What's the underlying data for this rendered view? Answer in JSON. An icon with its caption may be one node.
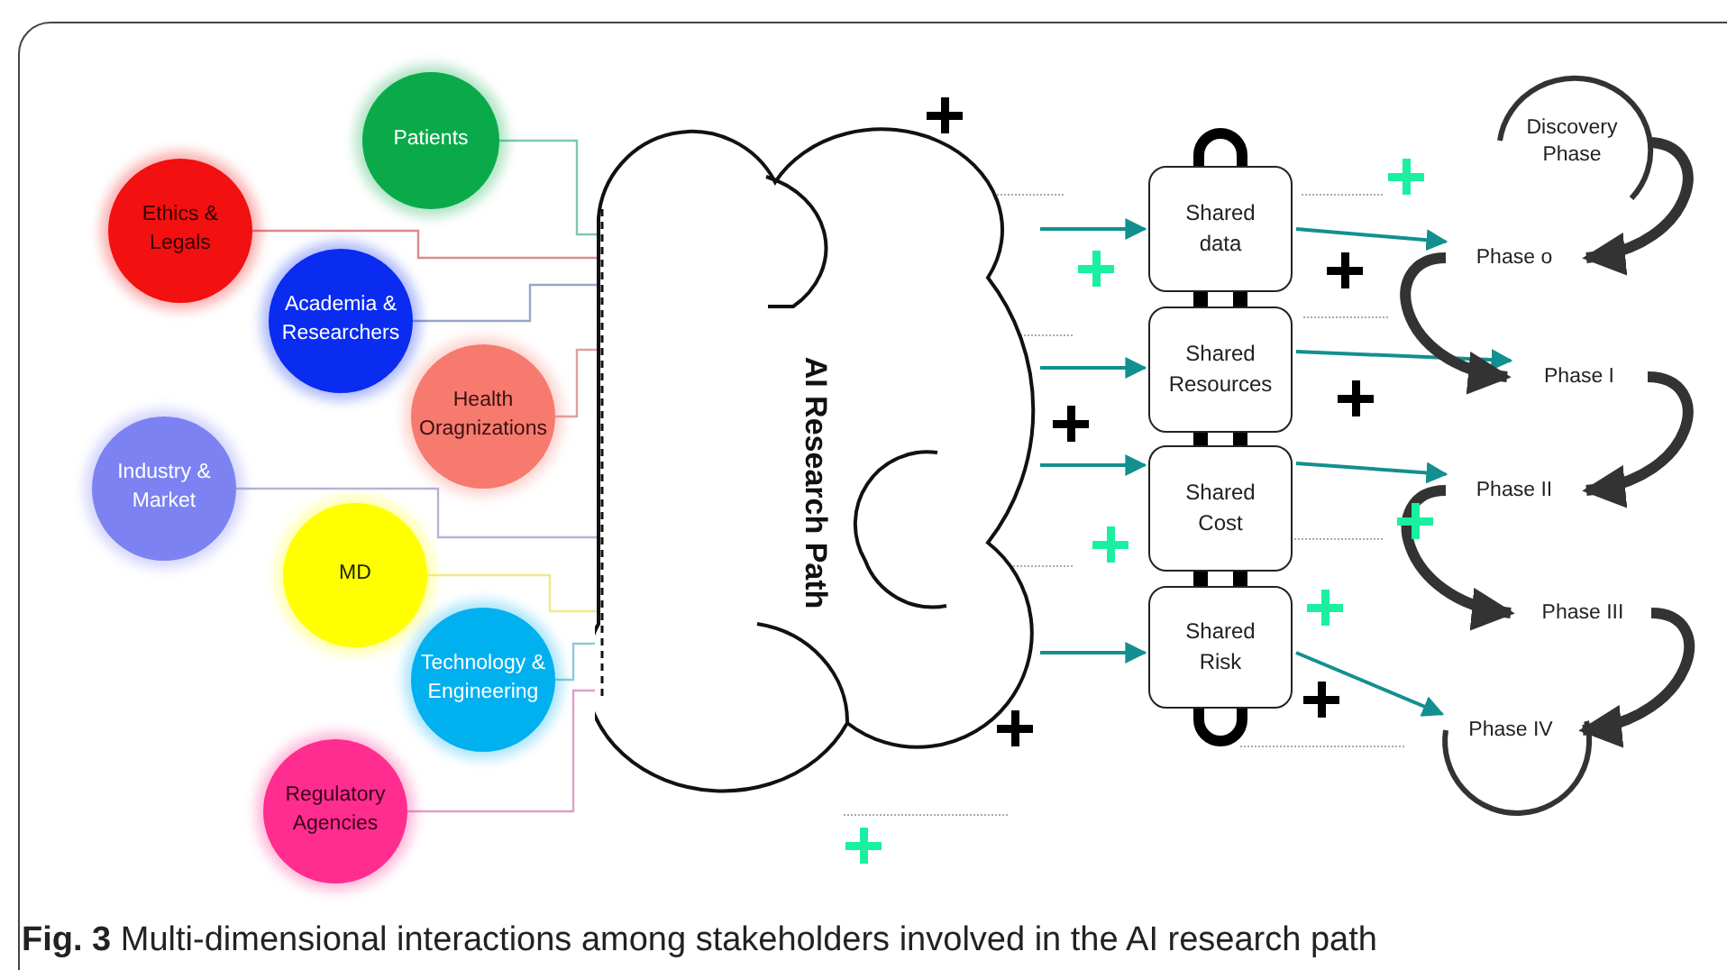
{
  "diagram": {
    "caption": "**Fig. 3** Multi-dimensional interactions among stakeholders involved in the AI research path",
    "nodes": [
      {
        "text": [
          "Patients"
        ]
      },
      {
        "text": [
          "Ethics & Legals"
        ]
      },
      {
        "text": [
          "Academia & Researchers"
        ]
      },
      {
        "text": [
          "Health Oragnizations"
        ]
      },
      {
        "text": [
          "Industry & Market"
        ]
      },
      {
        "text": [
          "MD"
        ]
      },
      {
        "text": [
          "Technology & Engineering"
        ]
      },
      {
        "text": [
          "Regulatory Agencies"
        ]
      },
      {
        "text": [
          "AI Research Path"
        ]
      },
      {
        "text": [
          "Shared data"
        ]
      },
      {
        "text": [
          "Shared Resources"
        ]
      },
      {
        "text": [
          "Shared Cost"
        ]
      },
      {
        "text": [
          "Shared Risk"
        ]
      },
      {
        "text": [
          "Discovery Phase"
        ]
      },
      {
        "text": [
          "Phase o"
        ]
      },
      {
        "text": [
          "Phase I"
        ]
      },
      {
        "text": [
          "Phase II"
        ]
      },
      {
        "text": [
          "Phase III"
        ]
      },
      {
        "text": [
          "Phase IV"
        ]
      }
    ],
    "edges": [
      {
        "from": 0,
        "to": 8,
        "arrow": "none",
        "color": "#7fc8b0"
      },
      {
        "from": 1,
        "to": 8,
        "arrow": "none",
        "color": "#d98a8a"
      },
      {
        "from": 2,
        "to": 8,
        "arrow": "none",
        "color": "#9aa6c8"
      },
      {
        "from": 3,
        "to": 8,
        "arrow": "none",
        "color": "#e0a0a0"
      },
      {
        "from": 4,
        "to": 8,
        "arrow": "none",
        "color": "#b4b4da"
      },
      {
        "from": 5,
        "to": 8,
        "arrow": "none",
        "color": "#f0e88a"
      },
      {
        "from": 6,
        "to": 8,
        "arrow": "none",
        "color": "#8acbd8"
      },
      {
        "from": 7,
        "to": 8,
        "arrow": "none",
        "color": "#e0a0c4"
      },
      {
        "from": 8,
        "to": 9,
        "arrow": "to",
        "color": "#138f8f"
      },
      {
        "from": 8,
        "to": 10,
        "arrow": "to",
        "color": "#138f8f"
      },
      {
        "from": 8,
        "to": 11,
        "arrow": "to",
        "color": "#138f8f"
      },
      {
        "from": 8,
        "to": 12,
        "arrow": "to",
        "color": "#138f8f"
      },
      {
        "from": 9,
        "to": 14,
        "arrow": "to",
        "color": "#138f8f"
      },
      {
        "from": 10,
        "to": 15,
        "arrow": "to",
        "color": "#138f8f"
      },
      {
        "from": 11,
        "to": 16,
        "arrow": "to",
        "color": "#138f8f"
      },
      {
        "from": 12,
        "to": 18,
        "arrow": "to",
        "color": "#138f8f"
      },
      {
        "from": 13,
        "to": 14,
        "arrow": "to",
        "style": "thick",
        "color": "#333333"
      },
      {
        "from": 14,
        "to": 15,
        "arrow": "to",
        "style": "thick",
        "color": "#333333"
      },
      {
        "from": 15,
        "to": 16,
        "arrow": "to",
        "style": "thick",
        "color": "#333333"
      },
      {
        "from": 16,
        "to": 17,
        "arrow": "to",
        "style": "thick",
        "color": "#333333"
      },
      {
        "from": 17,
        "to": 18,
        "arrow": "to",
        "style": "thick",
        "color": "#333333"
      }
    ]
  }
}
